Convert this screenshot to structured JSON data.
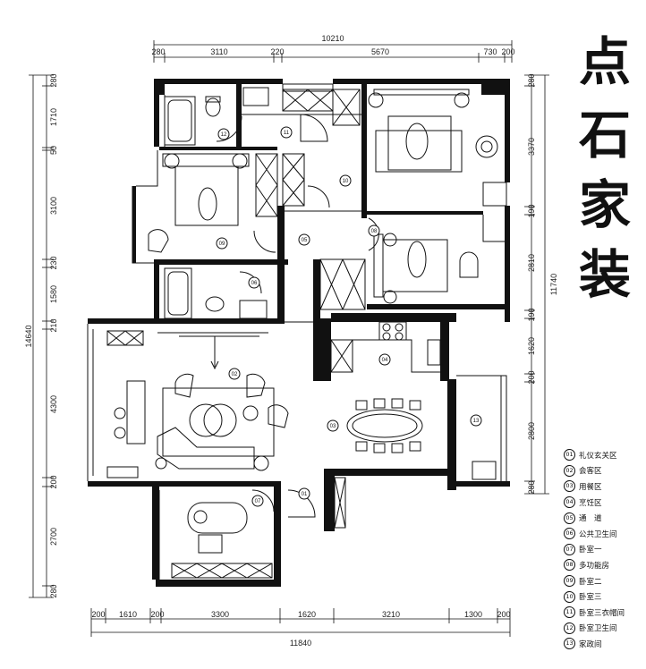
{
  "title_chars": [
    "点",
    "石",
    "家",
    "装"
  ],
  "dimensions": {
    "top_total": "10210",
    "top_segments": [
      "280",
      "3110",
      "220",
      "5670",
      "730",
      "200"
    ],
    "bottom_total": "11840",
    "bottom_segments": [
      "200",
      "1610",
      "200",
      "3300",
      "1620",
      "3210",
      "1300",
      "200"
    ],
    "left_total": "14640",
    "left_segments": [
      "280",
      "1710",
      "50",
      "3100",
      "230",
      "1580",
      "210",
      "4300",
      "200",
      "2700",
      "280"
    ],
    "right_total": "11740",
    "right_segments": [
      "280",
      "3370",
      "190",
      "2810",
      "190",
      "1620",
      "200",
      "2800",
      "280"
    ]
  },
  "room_tags": [
    "01",
    "02",
    "03",
    "04",
    "05",
    "06",
    "07",
    "08",
    "09",
    "10",
    "11",
    "12",
    "13"
  ],
  "legend": [
    {
      "num": "01",
      "label": "礼仪玄关区"
    },
    {
      "num": "02",
      "label": "会客区"
    },
    {
      "num": "03",
      "label": "用餐区"
    },
    {
      "num": "04",
      "label": "烹饪区"
    },
    {
      "num": "05",
      "label": "通　道"
    },
    {
      "num": "06",
      "label": "公共卫生间"
    },
    {
      "num": "07",
      "label": "卧室一"
    },
    {
      "num": "08",
      "label": "多功能房"
    },
    {
      "num": "09",
      "label": "卧室二"
    },
    {
      "num": "10",
      "label": "卧室三"
    },
    {
      "num": "11",
      "label": "卧室三衣帽间"
    },
    {
      "num": "12",
      "label": "卧室卫生间"
    },
    {
      "num": "13",
      "label": "家政间"
    }
  ]
}
